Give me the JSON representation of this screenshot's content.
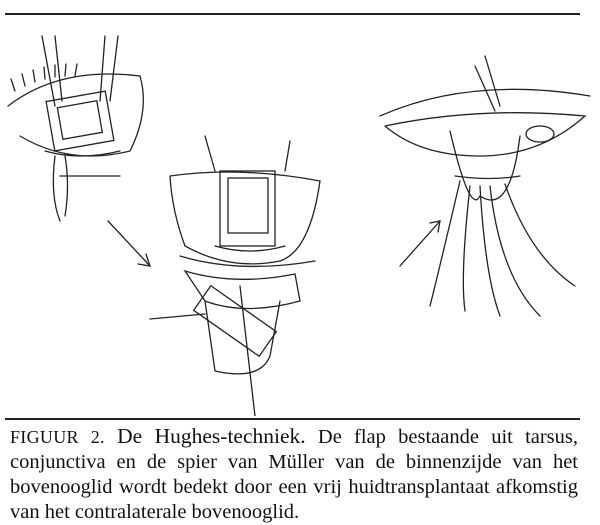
{
  "caption": {
    "label": "FIGUUR 2.",
    "title": "De Hughes-techniek.",
    "text": "De flap bestaande uit tarsus, conjunctiva en de spier van Müller van de binnenzijde van het bovenooglid wordt bedekt door een vrij huidtransplantaat afkomstig van het contralaterale bovenooglid."
  }
}
